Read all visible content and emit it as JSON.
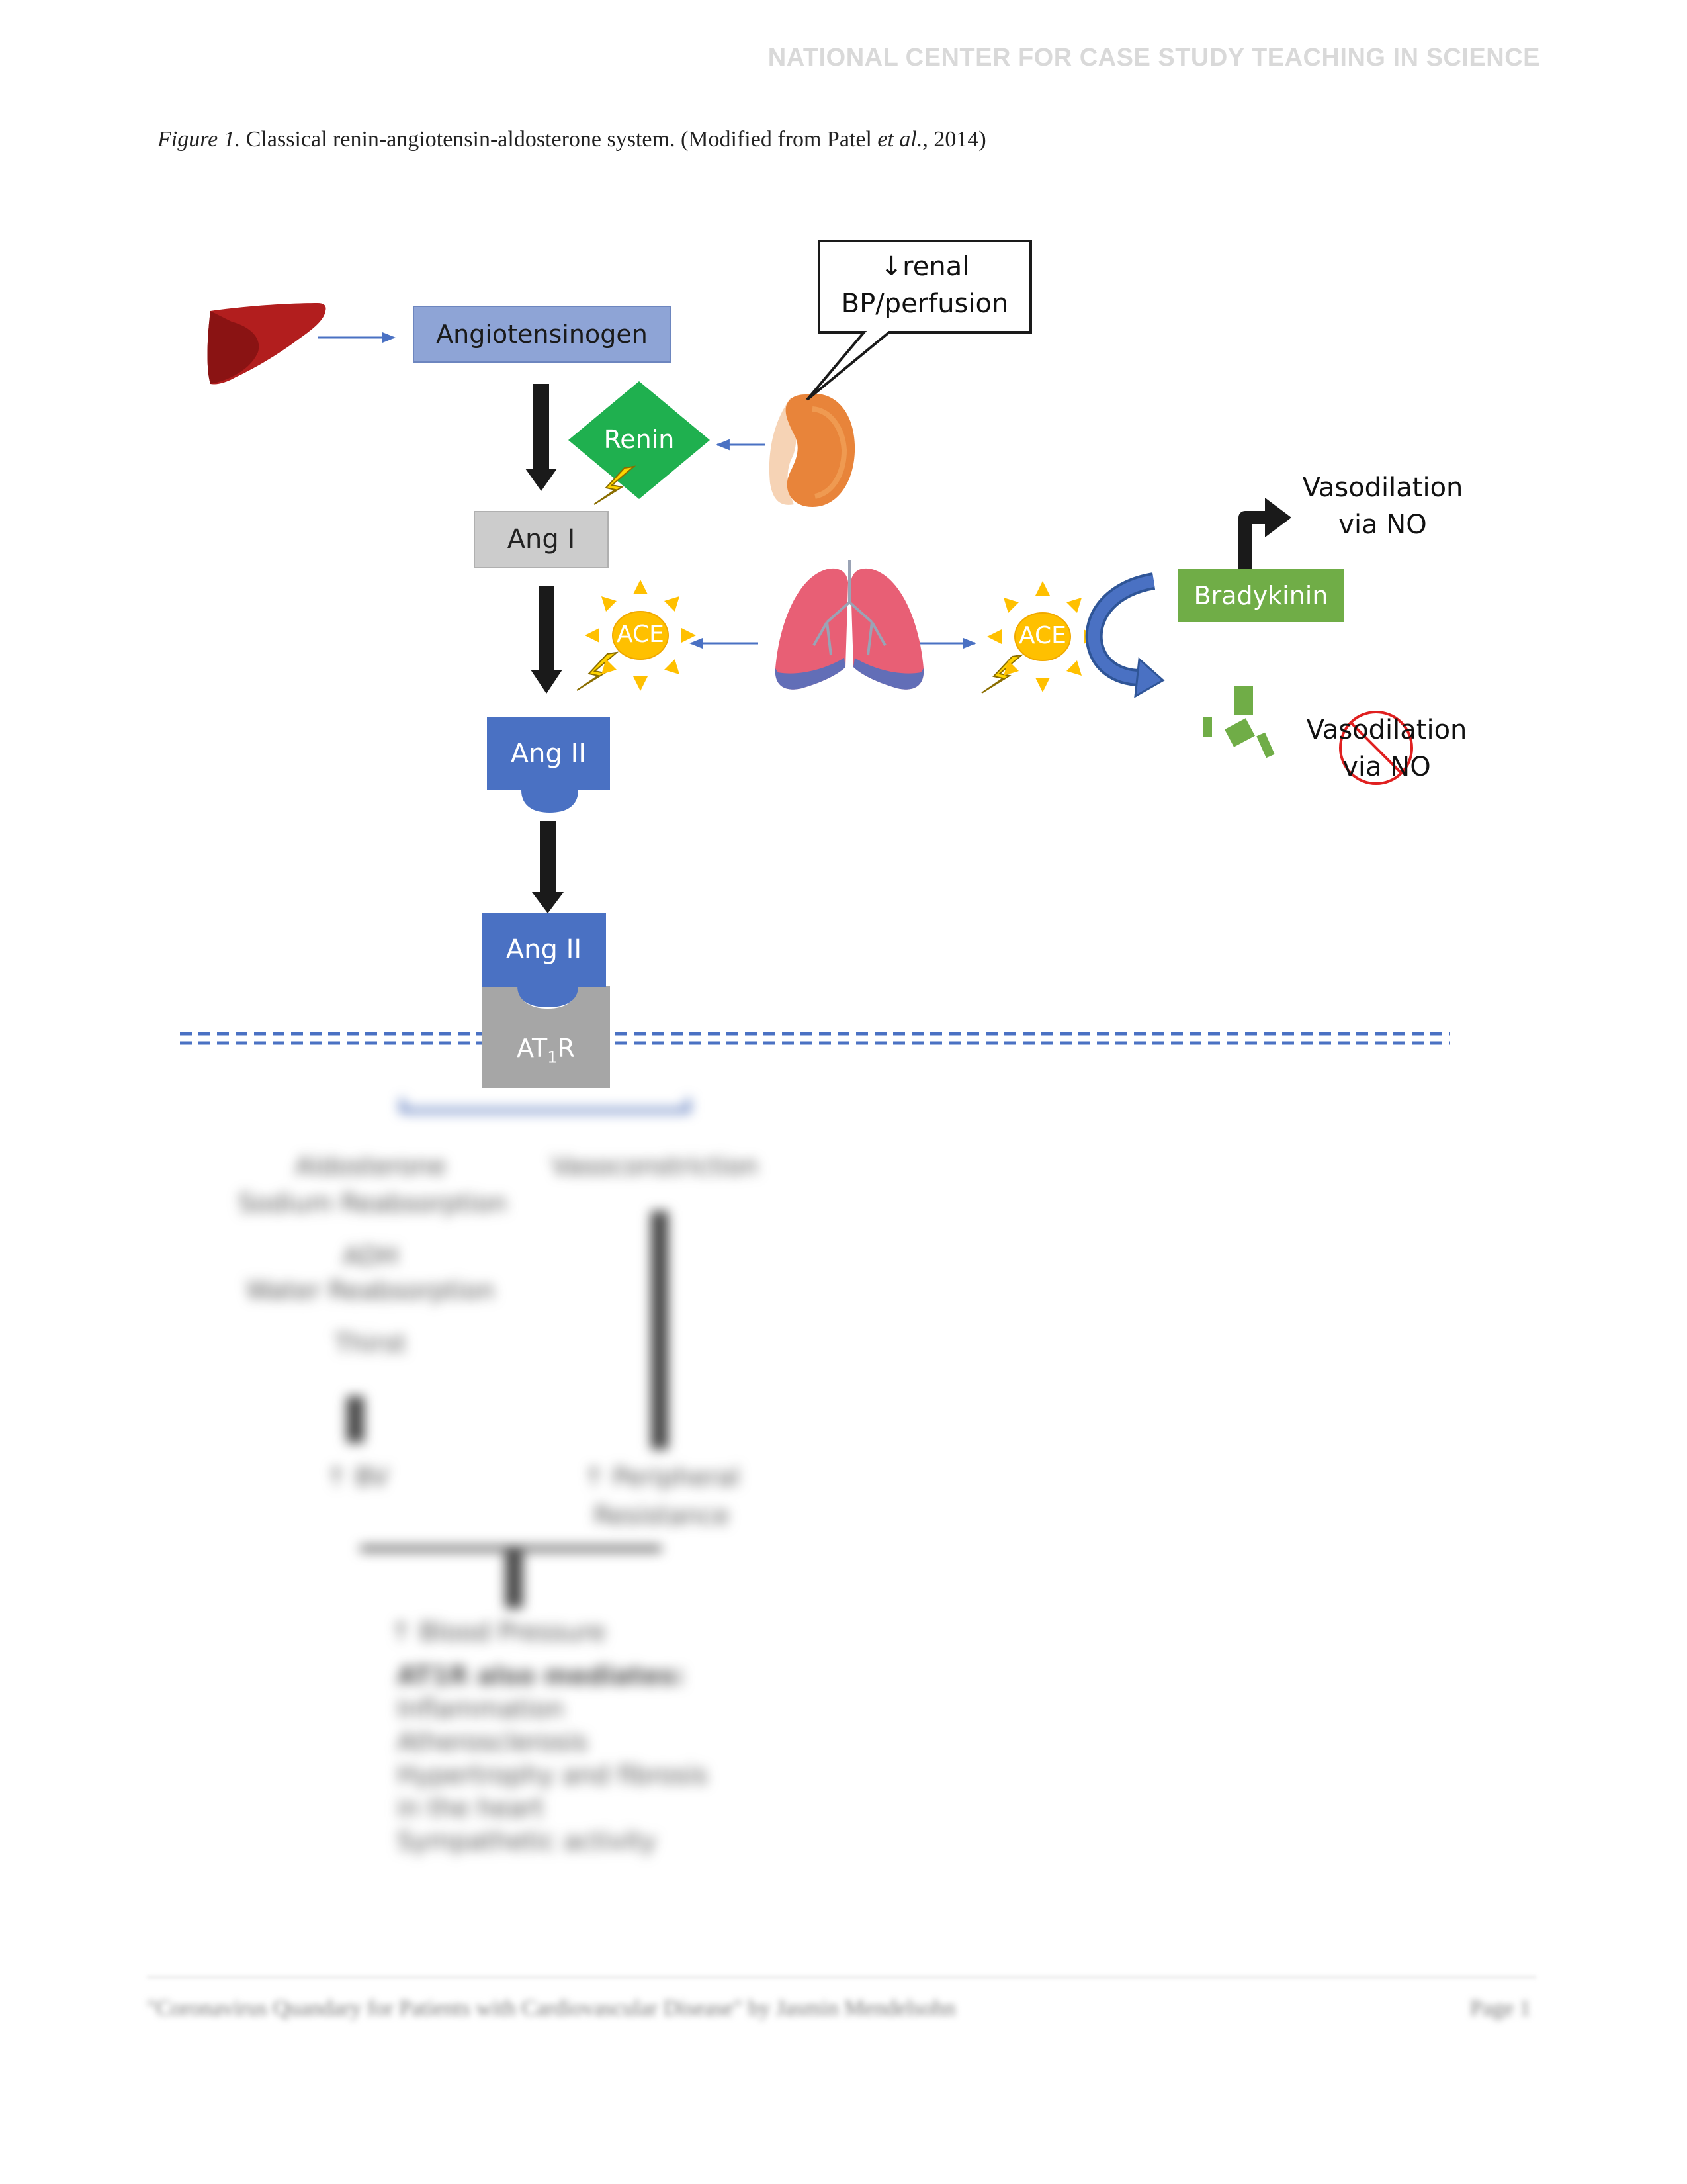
{
  "header": {
    "org": "NATIONAL CENTER FOR CASE STUDY TEACHING IN SCIENCE"
  },
  "caption": {
    "label": "Figure 1.",
    "text": " Classical renin-angiotensin-aldosterone system. (Modified from Patel ",
    "etal": "et al.,",
    "year": " 2014)"
  },
  "nodes": {
    "angiotensinogen": "Angiotensinogen",
    "renin": "Renin",
    "ang1": "Ang I",
    "ace_left": "ACE",
    "ace_right": "ACE",
    "ang2_top": "Ang II",
    "ang2_bottom": "Ang II",
    "at1r_prefix": "AT",
    "at1r_sub": "1",
    "at1r_suffix": "R",
    "bradykinin": "Bradykinin"
  },
  "callout": {
    "line1": "↓renal",
    "line2": "BP/perfusion"
  },
  "labels": {
    "vaso_top_1": "Vasodilation",
    "vaso_top_2": "via NO",
    "vaso_blocked_1": "Vasodilation",
    "vaso_blocked_2": "via NO"
  },
  "colors": {
    "angiotensinogen_fill": "#8ea4d6",
    "renin_fill": "#1fb04f",
    "ang1_fill": "#cccccc",
    "ang2_fill": "#4a71c3",
    "at1r_fill": "#a6a6a6",
    "ace_fill": "#ffc000",
    "bradykinin_fill": "#70ad47",
    "membrane": "#4a71c3"
  },
  "blurred_section": {
    "items": [
      "Aldosterone",
      "Sodium Reabsorption",
      "ADH",
      "Water Reabsorption",
      "Thirst",
      "↑ BV",
      "Vasoconstriction",
      "↑ Peripheral",
      "Resistance",
      "↑ Blood Pressure",
      "AT1R also mediates:",
      "Inflammation",
      "Atherosclerosis",
      "Hypertrophy and fibrosis",
      "in the heart",
      "Sympathetic activity"
    ]
  },
  "footer": {
    "left": "\"Coronavirus Quandary for Patients with Cardiovascular Disease\" by Jasmin Mendelsohn",
    "right": "Page 1"
  }
}
